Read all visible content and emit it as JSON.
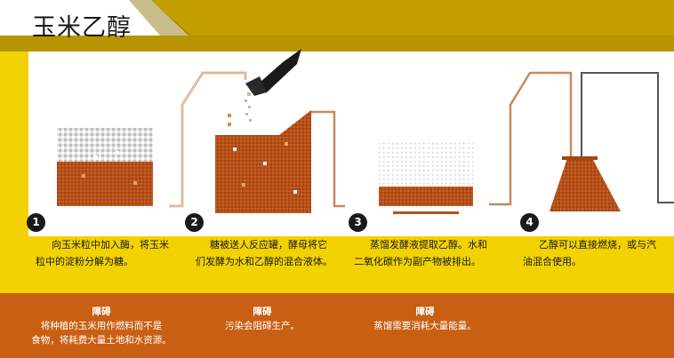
{
  "title": "玉米乙醇",
  "steps": [
    {
      "number": "1",
      "text_lines": [
        "向玉米粒中加入酶，将玉米",
        "粒中的淀粉分解为糖。"
      ]
    },
    {
      "number": "2",
      "text_lines": [
        "糖被送人反应罐，酵母将它",
        "们发酵为水和乙醇的混合液体。"
      ]
    },
    {
      "number": "3",
      "text_lines": [
        "蒸馏发酵液提取乙醇。水和",
        "二氧化碳作为副产物被排出。"
      ]
    },
    {
      "number": "4",
      "text_lines": [
        "乙醇可以直接燃烧，或与汽",
        "油混合使用。"
      ]
    }
  ],
  "obstacles": [
    {
      "title": "障碍",
      "lines": [
        "将种植的玉米用作燃料而不是",
        "食物，将耗费大量土地和水资源。"
      ]
    },
    {
      "title": "障碍",
      "lines": [
        "污染会阻碍生产。"
      ]
    },
    {
      "title": "障碍",
      "lines": [
        "蒸馏需要消耗大量能量。"
      ]
    }
  ],
  "colors": {
    "yellow": "#f2d200",
    "gold_dark": "#b89400",
    "liquid": "#b8501a",
    "pipe": "#c98a5a",
    "footer": "#c85f12",
    "white": "#ffffff"
  }
}
